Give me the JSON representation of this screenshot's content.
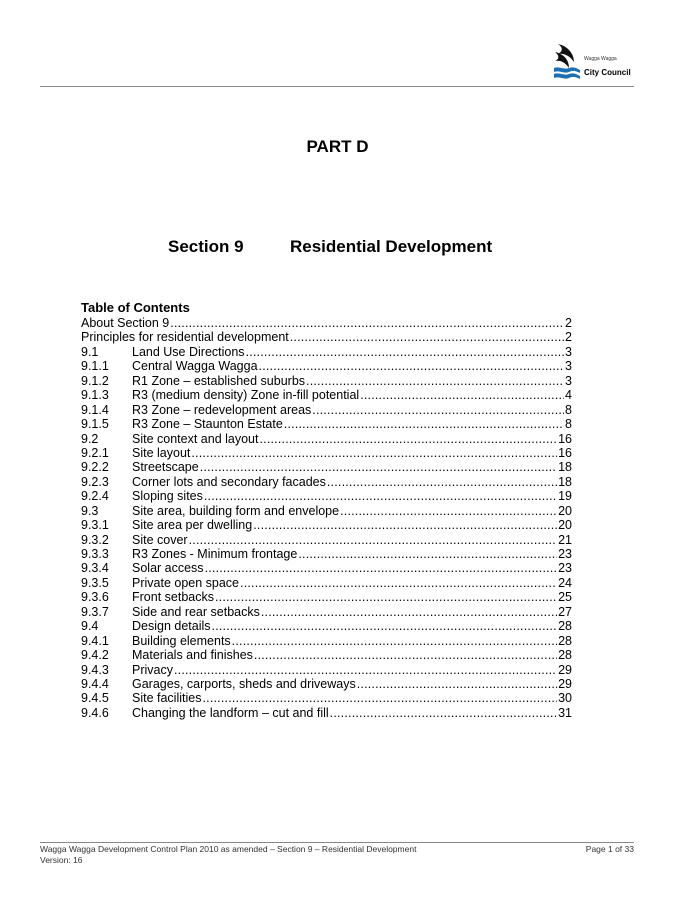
{
  "header": {
    "logo_line1": "Wagga Wagga",
    "logo_line2": "City Council"
  },
  "part_title": "PART D",
  "section": {
    "number": "Section 9",
    "title": "Residential Development"
  },
  "toc": {
    "heading": "Table of Contents",
    "entries": [
      {
        "num": "",
        "label": "About Section 9",
        "page": "2"
      },
      {
        "num": "",
        "label": "Principles for residential development",
        "page": "2"
      },
      {
        "num": "9.1",
        "label": "Land Use Directions",
        "page": "3"
      },
      {
        "num": "9.1.1",
        "label": "Central Wagga Wagga",
        "page": "3"
      },
      {
        "num": "9.1.2",
        "label": "R1 Zone – established suburbs",
        "page": "3"
      },
      {
        "num": "9.1.3",
        "label": "R3 (medium density) Zone in-fill potential",
        "page": "4"
      },
      {
        "num": "9.1.4",
        "label": "R3 Zone – redevelopment areas",
        "page": "8"
      },
      {
        "num": "9.1.5",
        "label": "R3 Zone – Staunton Estate",
        "page": "8"
      },
      {
        "num": "9.2",
        "label": "Site context and layout",
        "page": "16"
      },
      {
        "num": "9.2.1",
        "label": "Site layout",
        "page": "16"
      },
      {
        "num": "9.2.2",
        "label": "Streetscape",
        "page": "18"
      },
      {
        "num": "9.2.3",
        "label": "Corner lots and secondary facades",
        "page": "18"
      },
      {
        "num": "9.2.4",
        "label": "Sloping sites",
        "page": "19"
      },
      {
        "num": "9.3",
        "label": "Site area, building form and envelope",
        "page": "20"
      },
      {
        "num": "9.3.1",
        "label": "Site area per dwelling",
        "page": "20"
      },
      {
        "num": "9.3.2",
        "label": "Site cover",
        "page": "21"
      },
      {
        "num": "9.3.3",
        "label": "R3 Zones - Minimum frontage",
        "page": "23"
      },
      {
        "num": "9.3.4",
        "label": "Solar access",
        "page": "23"
      },
      {
        "num": "9.3.5",
        "label": "Private open space",
        "page": "24"
      },
      {
        "num": "9.3.6",
        "label": "Front setbacks",
        "page": "25"
      },
      {
        "num": "9.3.7",
        "label": "Side and rear setbacks",
        "page": "27"
      },
      {
        "num": "9.4",
        "label": "Design details",
        "page": "28"
      },
      {
        "num": "9.4.1",
        "label": "Building elements",
        "page": "28"
      },
      {
        "num": "9.4.2",
        "label": "Materials and finishes",
        "page": "28"
      },
      {
        "num": "9.4.3",
        "label": "Privacy",
        "page": "29"
      },
      {
        "num": "9.4.4",
        "label": "Garages, carports, sheds and driveways",
        "page": "29"
      },
      {
        "num": "9.4.5",
        "label": "Site facilities",
        "page": "30"
      },
      {
        "num": "9.4.6",
        "label": "Changing the landform – cut and fill",
        "page": "31"
      }
    ]
  },
  "footer": {
    "line1": "Wagga Wagga Development Control Plan 2010 as amended – Section 9 – Residential Development",
    "line2": "Version: 16",
    "page": "Page 1 of 33"
  }
}
